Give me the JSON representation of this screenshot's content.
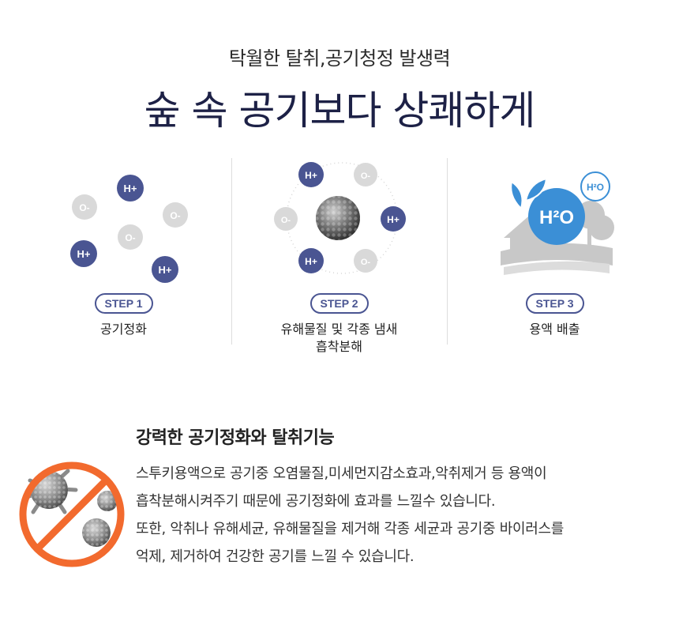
{
  "header": {
    "subtitle": "탁월한 탈취,공기청정 발생력",
    "title": "숲 속 공기보다 상쾌하게"
  },
  "steps": [
    {
      "badge": "STEP 1",
      "label": "공기정화",
      "ions": [
        "H+",
        "O-",
        "O-",
        "O-",
        "H+",
        "H+"
      ]
    },
    {
      "badge": "STEP 2",
      "label_line1": "유해물질 및 각종 냄새",
      "label_line2": "흡착분해",
      "ions": [
        "H+",
        "O-",
        "O-",
        "H+",
        "H+",
        "O-"
      ]
    },
    {
      "badge": "STEP 3",
      "label": "용액 배출",
      "h2o_large": "H²O",
      "h2o_small": "H²O"
    }
  ],
  "feature": {
    "title": "강력한 공기정화와 탈취기능",
    "lines": [
      "스투키용액으로  공기중 오염물질,미세먼지감소효과,악취제거 등  용액이",
      "흡착분해시켜주기 때문에 공기정화에 효과를 느낄수 있습니다.",
      "또한, 악취나 유해세균, 유해물질을 제거해 각종 세균과 공기중 바이러스를",
      "억제, 제거하여 건강한 공기를  느낄 수 있습니다."
    ]
  },
  "colors": {
    "navy": "#4a5592",
    "title": "#1d2146",
    "ion_gray": "#d9d9d9",
    "blue": "#3b8fd6",
    "ban_orange": "#f26a2e"
  }
}
